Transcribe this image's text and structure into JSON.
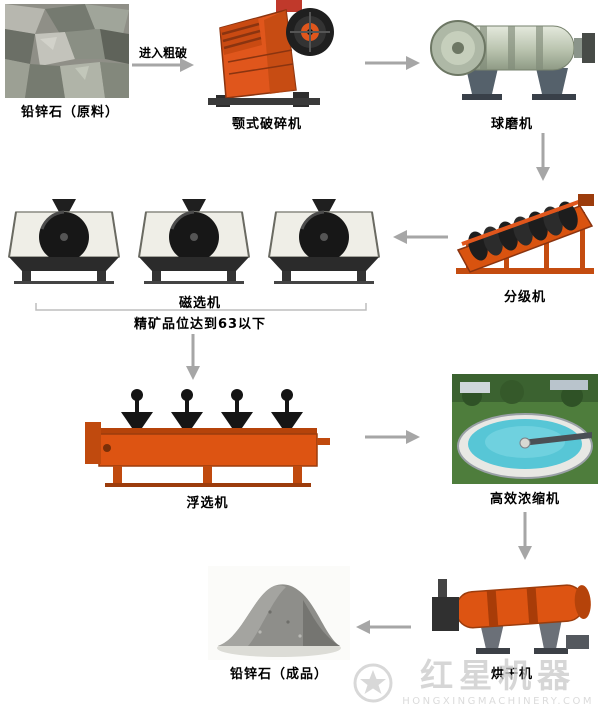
{
  "nodes": {
    "raw": {
      "label": "铅锌石（原料）"
    },
    "jaw": {
      "label": "颚式破碎机"
    },
    "ball": {
      "label": "球磨机"
    },
    "classifier": {
      "label": "分级机"
    },
    "magnetic": {
      "label": "磁选机"
    },
    "flotation": {
      "label": "浮选机"
    },
    "thickener": {
      "label": "高效浓缩机"
    },
    "dryer": {
      "label": "烘干机"
    },
    "product": {
      "label": "铅锌石（成品）"
    }
  },
  "annotations": {
    "enter_coarse_crush": "进入粗破",
    "concentrate_grade": "精矿品位达到63以下"
  },
  "process_steps": [
    "铅锌石（原料）",
    "颚式破碎机",
    "球磨机",
    "分级机",
    "磁选机",
    "浮选机",
    "高效浓缩机",
    "烘干机",
    "铅锌石（成品）"
  ],
  "watermark": {
    "brand": "红星机器",
    "site": "HONGXINGMACHINERY.COM"
  },
  "colors": {
    "machine_orange": "#dd5412",
    "arrow_gray": "#a6a6a6"
  }
}
